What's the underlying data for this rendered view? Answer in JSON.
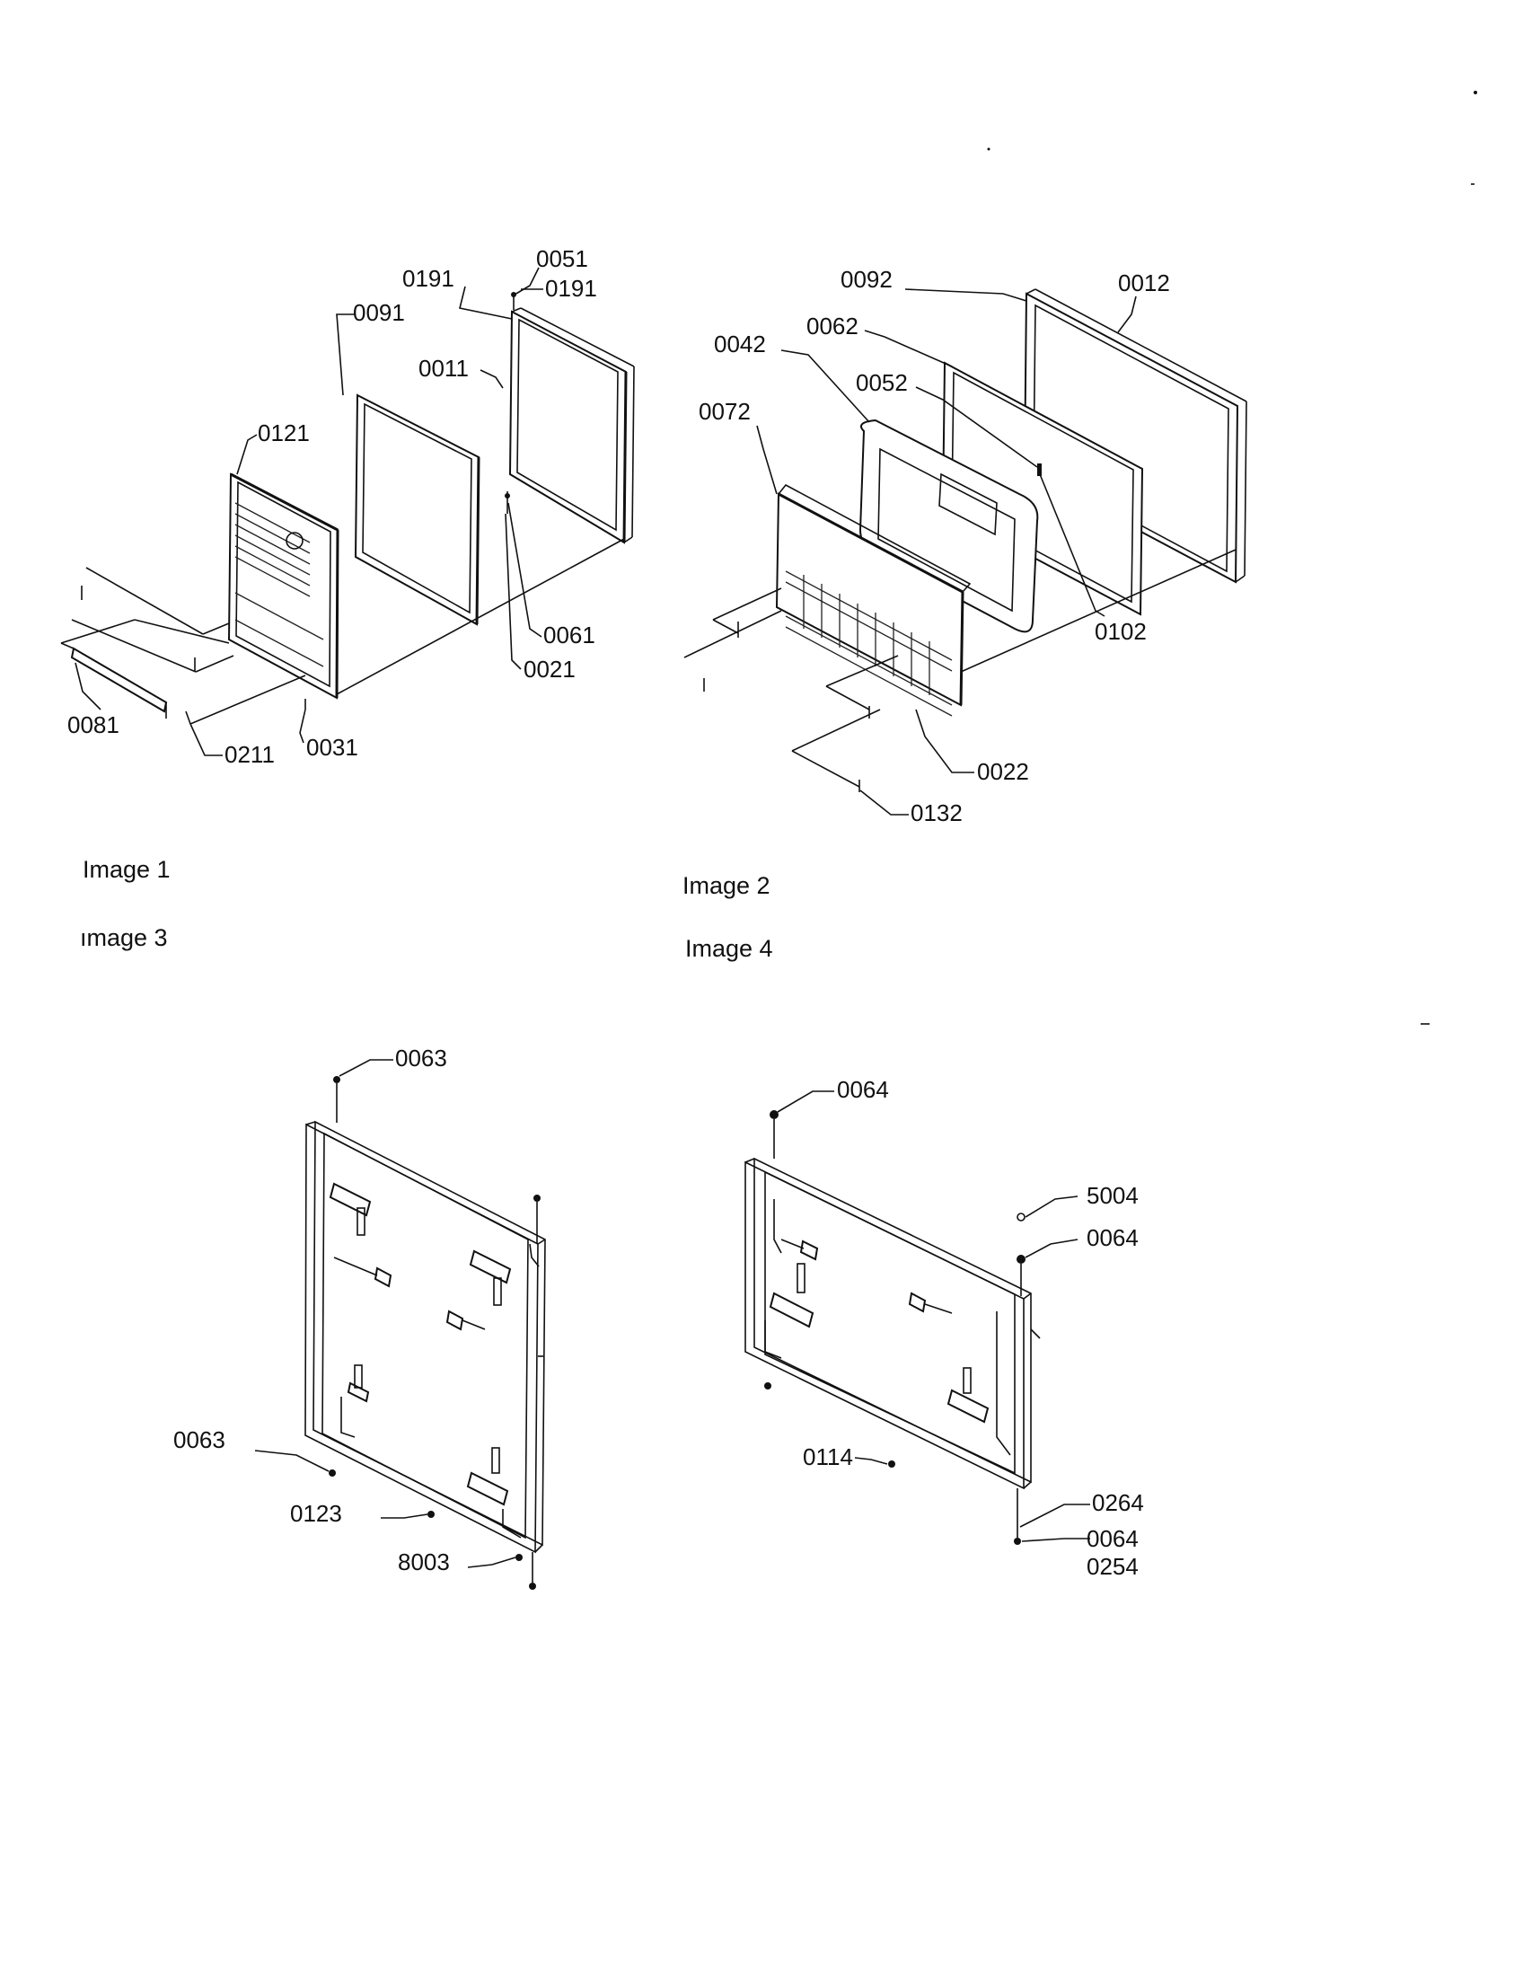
{
  "captions": {
    "image1": "Image 1",
    "image2": "Image 2",
    "image3": "ımage 3",
    "image4": "Image 4"
  },
  "diagram1": {
    "labels": [
      "0051",
      "0191",
      "0191",
      "0091",
      "0011",
      "0121",
      "0061",
      "0021",
      "0081",
      "0211",
      "0031"
    ]
  },
  "diagram2": {
    "labels": [
      "0092",
      "0012",
      "0062",
      "0042",
      "0052",
      "0072",
      "0102",
      "0022",
      "0132"
    ]
  },
  "diagram3": {
    "labels": [
      "0063",
      "0063",
      "0123",
      "8003"
    ]
  },
  "diagram4": {
    "labels": [
      "0064",
      "5004",
      "0064",
      "0114",
      "0264",
      "0064",
      "0254"
    ]
  }
}
